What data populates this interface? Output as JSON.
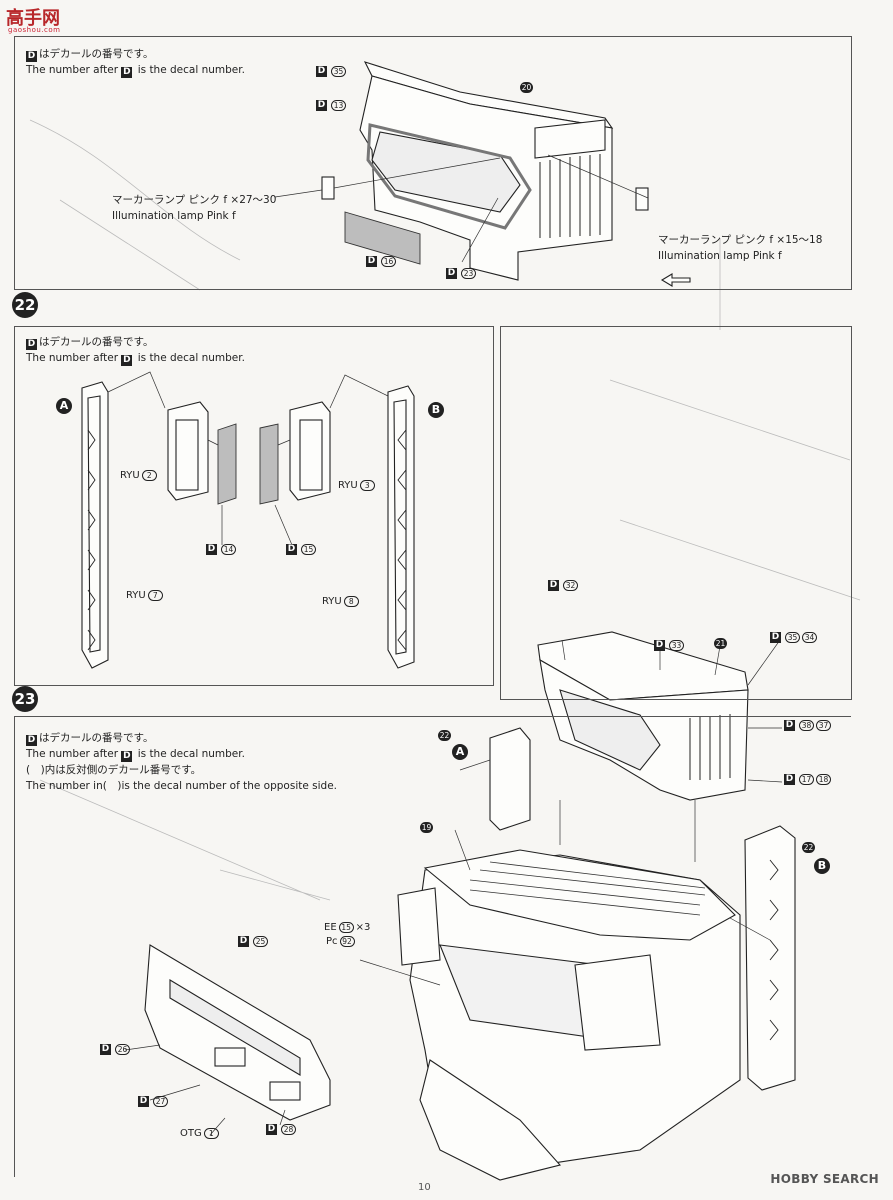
{
  "site": {
    "logo": "高手网",
    "logo_sub": "gaoshou.com"
  },
  "notes": {
    "decal_jp": "はデカールの番号です。",
    "decal_en_prefix": "The number after",
    "decal_en_suffix": "is the decal number.",
    "decal_letter": "D",
    "opposite_jp": "(　)内は反対側のデカール番号です。",
    "opposite_en": "The number in(　)is the decal number of the opposite side."
  },
  "step21": {
    "part_number": "20",
    "lamp_left_jp": "マーカーランプ ピンク f ×27〜30",
    "lamp_left_en": "Illumination lamp Pink f",
    "lamp_right_jp": "マーカーランプ ピンク f ×15〜18",
    "lamp_right_en": "Illumination lamp Pink f",
    "decals": {
      "d1": "35",
      "d2": "13",
      "d3": "16",
      "d4": "23"
    }
  },
  "step22": {
    "number": "22",
    "letter_a": "A",
    "letter_b": "B",
    "parts": {
      "ryu2": "RYU",
      "ryu2_n": "2",
      "ryu3": "RYU",
      "ryu3_n": "3",
      "ryu7": "RYU",
      "ryu7_n": "7",
      "ryu8": "RYU",
      "ryu8_n": "8"
    },
    "decals": {
      "left": "14",
      "right": "15"
    }
  },
  "step23": {
    "number": "23",
    "ref_step": "22",
    "letter_a": "A",
    "letter_b": "B",
    "part_21": "21",
    "part_19": "19",
    "decals": {
      "top": "32",
      "mid": "33",
      "right_top": "35",
      "right_top_alt": "34",
      "grille": "38",
      "grille_alt": "37",
      "base": "17",
      "base_alt": "18",
      "bumper_top": "25",
      "bumper_mid": "26",
      "bumper_low": "27",
      "bumper_right": "28"
    },
    "ee_label": "EE",
    "ee_num": "15",
    "ee_qty": "×3",
    "pc_label": "Pc",
    "pc_num": "92",
    "otg": "OTG",
    "otg_n": "1"
  },
  "footer": {
    "page": "10",
    "watermark": "HOBBY SEARCH"
  }
}
